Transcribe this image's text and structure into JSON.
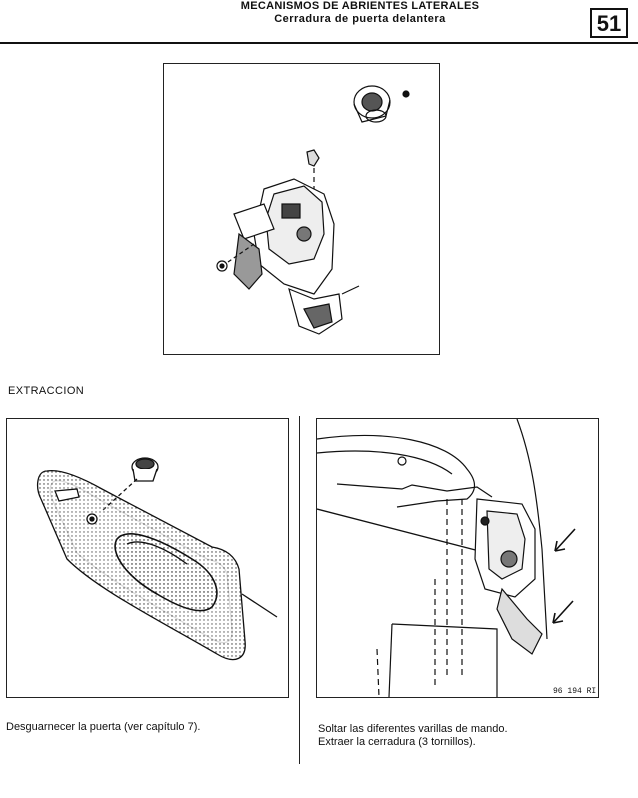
{
  "header": {
    "title": "MECANISMOS DE ABRIENTES LATERALES",
    "subtitle": "Cerradura de puerta delantera",
    "chapter_number": "51"
  },
  "section": {
    "title": "EXTRACCION"
  },
  "figures": {
    "right_ref_code": "96 194 RI"
  },
  "captions": {
    "left": "Desguarnecer la puerta (ver capítulo 7).",
    "right_line1": "Soltar las diferentes varillas de mando.",
    "right_line2": "Extraer la cerradura (3 tornillos)."
  }
}
